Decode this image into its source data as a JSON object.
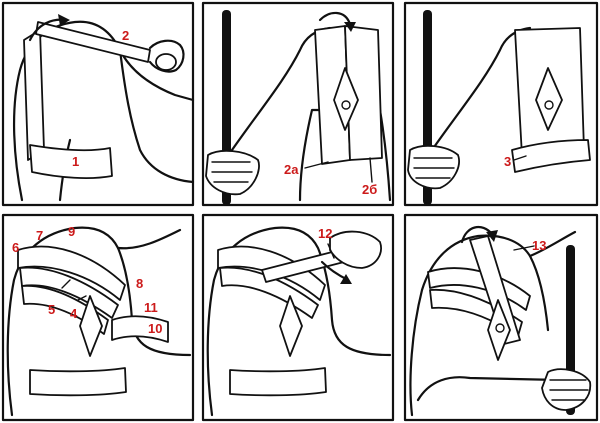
{
  "colors": {
    "label": "#cc1a1a",
    "ink": "#111111",
    "background": "#ffffff"
  },
  "labels": {
    "l1": "1",
    "l2": "2",
    "l2a": "2a",
    "l2b": "2б",
    "l3": "3",
    "l4": "4",
    "l5": "5",
    "l6": "6",
    "l7": "7",
    "l8": "8",
    "l9": "9",
    "l10": "10",
    "l11": "11",
    "l12": "12",
    "l13": "13"
  }
}
